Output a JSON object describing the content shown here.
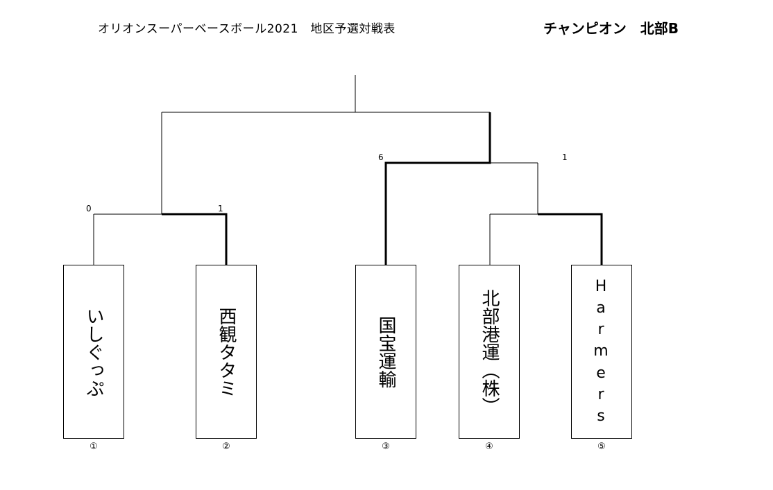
{
  "header": {
    "title": "オリオンスーパーベースボール2021　地区予選対戦表",
    "champion": "チャンピオン　北部B"
  },
  "teams": [
    {
      "name": "いしぐっぷ",
      "seed": "①"
    },
    {
      "name": "西観タタミ",
      "seed": "②"
    },
    {
      "name": "国宝運輸",
      "seed": "③"
    },
    {
      "name": "北部港運（株）",
      "seed": "④"
    },
    {
      "name": "Harmers",
      "seed": "⑤"
    }
  ],
  "scores": {
    "match1_team1": "0",
    "match1_team2": "1",
    "match3_team3": "6",
    "match3_winner_side": "1"
  },
  "winner_lines": "thick"
}
